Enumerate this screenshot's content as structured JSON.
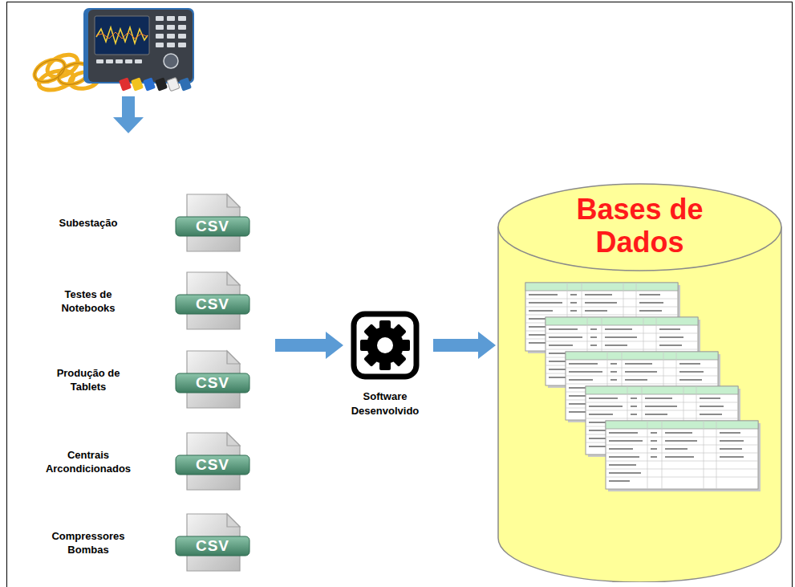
{
  "diagram": {
    "nodes": [
      {
        "text": [
          "Subestação",
          "CSV"
        ]
      },
      {
        "text": [
          "Testes de Notebooks",
          "CSV"
        ]
      },
      {
        "text": [
          "Produção de Tablets",
          "CSV"
        ]
      },
      {
        "text": [
          "Centrais Arcondicionados",
          "CSV"
        ]
      },
      {
        "text": [
          "Compressores Bombas",
          "CSV"
        ]
      },
      {
        "text": [
          "Software Desenvolvido"
        ]
      },
      {
        "text": [
          "Bases de Dados"
        ]
      }
    ],
    "edges": [
      {
        "from": 5,
        "to": 6,
        "arrow": "to"
      }
    ]
  }
}
